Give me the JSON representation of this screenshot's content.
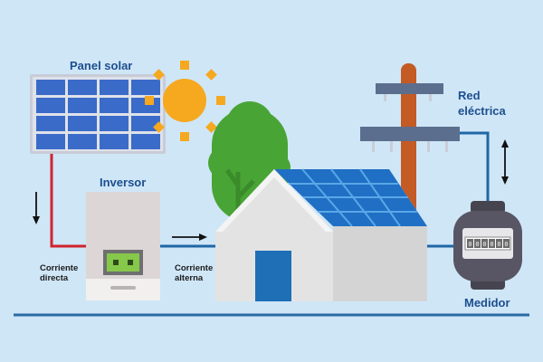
{
  "labels": {
    "solar_panel": "Panel solar",
    "inverter": "Inversor",
    "grid": "Red\neléctrica",
    "meter": "Medidor",
    "dc": "Corriente\ndirecta",
    "ac": "Corriente\nalterna"
  },
  "meter": {
    "digits": [
      "0",
      "0",
      "0",
      "0",
      "0",
      "0"
    ]
  },
  "colors": {
    "background": "#cfe6f7",
    "panel_cell": "#3a6bc8",
    "dc_line": "#d0242b",
    "ac_line": "#1f67a6",
    "sun": "#f6a81f",
    "tree": "#49a436",
    "pole": "#c45a24",
    "house_wall": "#e8e8e8",
    "roof_solar": "#1f6fc4",
    "door": "#1e6fb6",
    "meter_body": "#585664"
  }
}
